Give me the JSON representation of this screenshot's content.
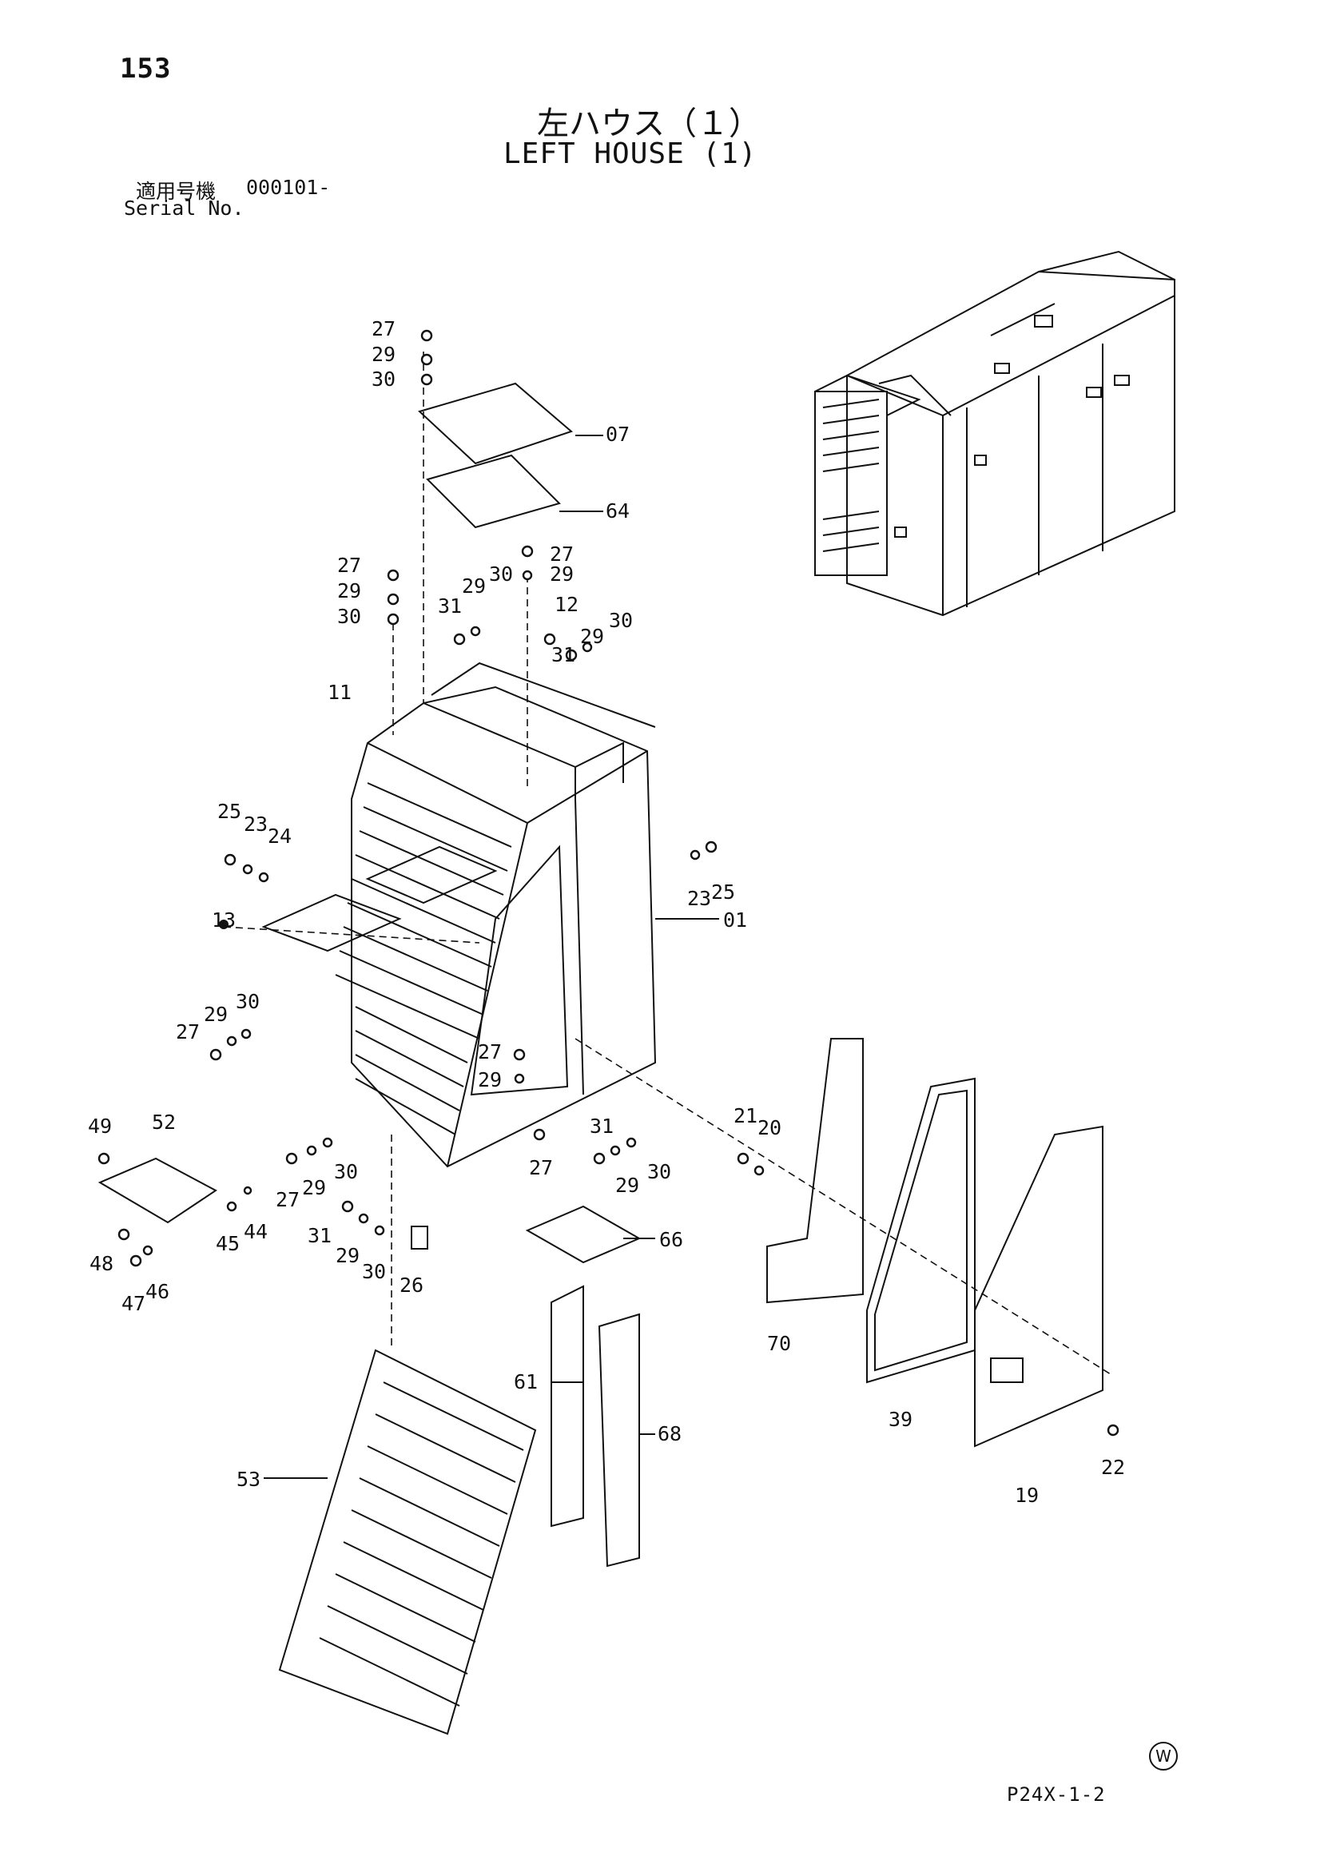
{
  "header": {
    "page_number": "153",
    "title_jp": "左ハウス（１）",
    "title_en": "LEFT HOUSE (1)",
    "serial_label_jp": "適用号機",
    "serial_value": "000101-",
    "serial_label_en": "Serial No."
  },
  "footer": {
    "mark": "W",
    "drawing_code": "P24X-1-2"
  },
  "callouts": [
    "27",
    "29",
    "30",
    "07",
    "64",
    "27",
    "29",
    "27",
    "29",
    "30",
    "31",
    "29",
    "30",
    "12",
    "31",
    "29",
    "30",
    "11",
    "25",
    "23",
    "24",
    "23",
    "25",
    "13",
    "01",
    "29",
    "30",
    "27",
    "27",
    "29",
    "49",
    "52",
    "21",
    "20",
    "27",
    "27",
    "29",
    "30",
    "31",
    "29",
    "30",
    "48",
    "45",
    "44",
    "47",
    "46",
    "31",
    "29",
    "30",
    "26",
    "66",
    "70",
    "61",
    "68",
    "39",
    "53",
    "22",
    "19"
  ],
  "colors": {
    "ink": "#111111",
    "paper": "#ffffff"
  }
}
